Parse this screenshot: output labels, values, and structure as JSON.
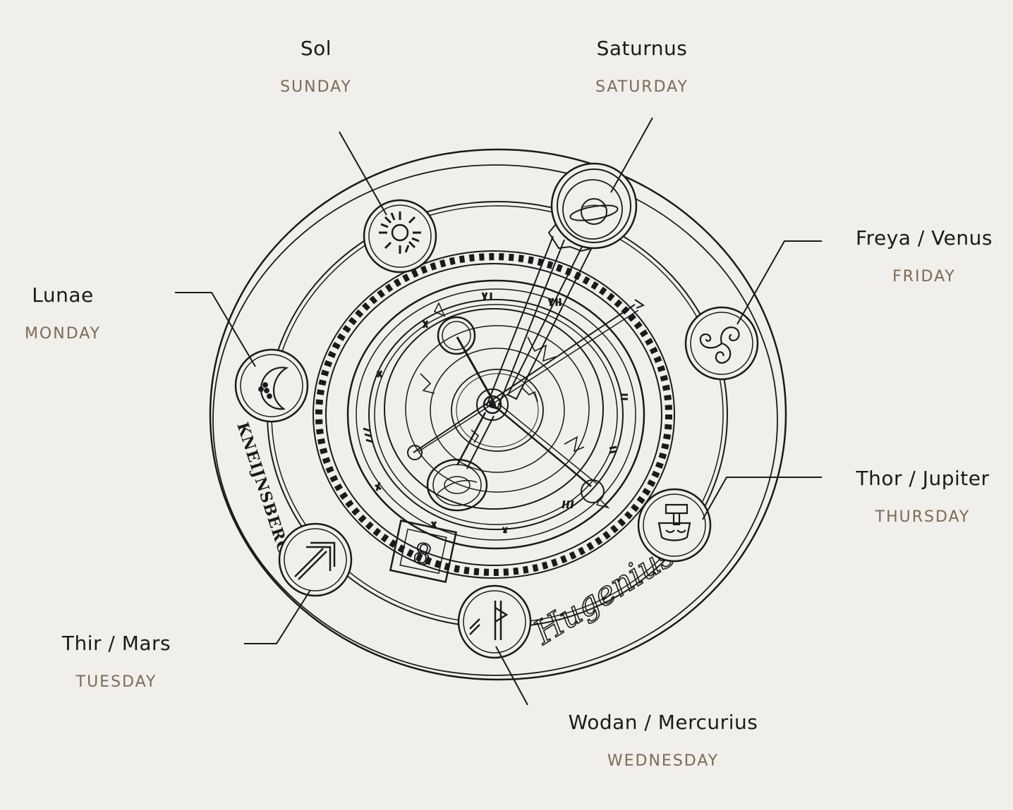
{
  "colors": {
    "background": "#f0efeb",
    "ink": "#1a1a1a",
    "day_label": "#7d6a57"
  },
  "engravings": {
    "left": "KNEIJNSBERG",
    "right": "Hugenius"
  },
  "date_window": "8",
  "labels": [
    {
      "id": "sol",
      "name": "Sol",
      "day": "SUNDAY",
      "icon": "sun-icon"
    },
    {
      "id": "saturnus",
      "name": "Saturnus",
      "day": "SATURDAY",
      "icon": "saturn-icon"
    },
    {
      "id": "freya",
      "name": "Freya / Venus",
      "day": "FRIDAY",
      "icon": "triskelion-icon"
    },
    {
      "id": "lunae",
      "name": "Lunae",
      "day": "MONDAY",
      "icon": "moon-icon"
    },
    {
      "id": "thor",
      "name": "Thor / Jupiter",
      "day": "THURSDAY",
      "icon": "hammer-icon"
    },
    {
      "id": "thir",
      "name": "Thir / Mars",
      "day": "TUESDAY",
      "icon": "arrow-icon"
    },
    {
      "id": "wodan",
      "name": "Wodan / Mercurius",
      "day": "WEDNESDAY",
      "icon": "rune-icon"
    }
  ]
}
